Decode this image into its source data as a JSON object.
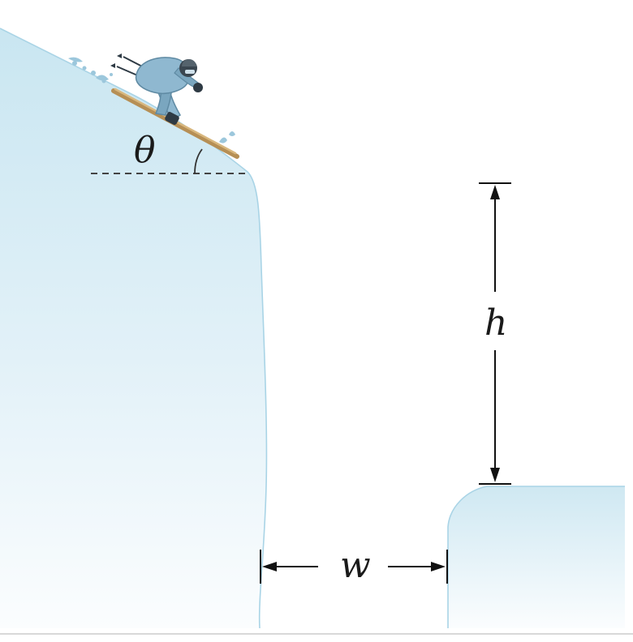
{
  "figure": {
    "labels": {
      "angle": "θ",
      "height": "h",
      "gap": "w"
    },
    "colors": {
      "snow_top": "#c9e6f1",
      "snow_light": "#eaf5fa",
      "snow_edge": "#a9d4e6",
      "skier_suit": "#8fb8d0",
      "skier_dark": "#2e3a44",
      "skis": "#c9a56a",
      "dimension_line": "#111111",
      "dashed_reference": "#444444"
    },
    "icons": {
      "skier": "skier-icon"
    }
  }
}
